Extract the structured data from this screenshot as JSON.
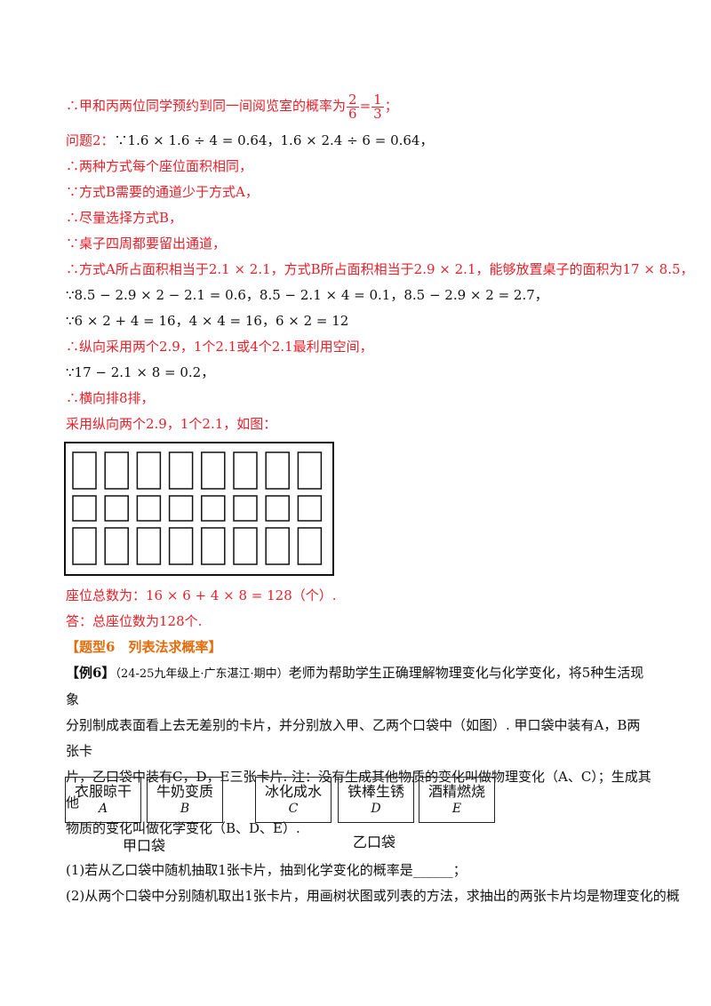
{
  "lines": {
    "l1_prefix": "∴甲和丙两位同学预约到同一间阅览室的概率为",
    "l1_frac1_num": "2",
    "l1_frac1_den": "6",
    "l1_eq": "=",
    "l1_frac2_num": "1",
    "l1_frac2_den": "3",
    "l1_suffix": "；",
    "l2_label": "问题2：",
    "l2_math": "∵1.6 × 1.6 ÷ 4 = 0.64，1.6 × 2.4 ÷ 6 = 0.64，",
    "l3": "∴两种方式每个座位面积相同，",
    "l4": "∵方式B需要的通道少于方式A，",
    "l5": "∴尽量选择方式B，",
    "l6": "∵桌子四周都要留出通道，",
    "l7": "∴方式A所占面积相当于2.1 × 2.1，方式B所占面积相当于2.9 × 2.1，能够放置桌子的面积为17 × 8.5，",
    "l8": "∵8.5 − 2.9 × 2 − 2.1 = 0.6，8.5 − 2.1 × 4 = 0.1，8.5 − 2.9 × 2 = 2.7，",
    "l9": "∵6 × 2 + 4 = 16，4 × 4 = 16，6 × 2 = 12",
    "l10": "∴纵向采用两个2.9，1个2.1或4个2.1最利用空间，",
    "l11": "∵17 − 2.1 × 8 = 0.2，",
    "l12": "∴横向排8排，",
    "l13": "采用纵向两个2.9，1个2.1，如图：",
    "l14": "座位总数为：16 × 6 + 4 × 8 = 128（个）.",
    "l15": "答：总座位数为128个.",
    "heading": "【题型6　列表法求概率】"
  },
  "example": {
    "label": "【例6】",
    "source": "（24-25九年级上·广东湛江·期中）",
    "text1": "老师为帮助学生正确理解物理变化与化学变化，将5种生活现象",
    "text2": "分别制成表面看上去无差别的卡片，并分别放入甲、乙两个口袋中（如图）. 甲口袋中装有A，B两张卡",
    "text3": "片，乙口袋中装有C，D，E三张卡片. 注：没有生成其他物质的变化叫做物理变化（A、C）；生成其他",
    "text4": "物质的变化叫做化学变化（B、D、E）.",
    "q1": "(1)若从乙口袋中随机抽取1张卡片，抽到化学变化的概率是______；",
    "q2": "(2)从两个口袋中分别随机取出1张卡片，用画树状图或列表的方法，求抽出的两张卡片均是物理变化的概"
  },
  "cards": [
    {
      "text": "衣服晾干",
      "letter": "A"
    },
    {
      "text": "牛奶变质",
      "letter": "B"
    },
    {
      "text": "冰化成水",
      "letter": "C"
    },
    {
      "text": "铁棒生锈",
      "letter": "D"
    },
    {
      "text": "酒精燃烧",
      "letter": "E"
    }
  ],
  "bags": {
    "jia": "甲口袋",
    "yi": "乙口袋"
  },
  "seat_diagram": {
    "columns": 8,
    "row_types": [
      "2.9",
      "2.1",
      "2.9"
    ]
  },
  "colors": {
    "answer": "#e8202a",
    "heading": "#e46c0a",
    "text": "#111111"
  }
}
